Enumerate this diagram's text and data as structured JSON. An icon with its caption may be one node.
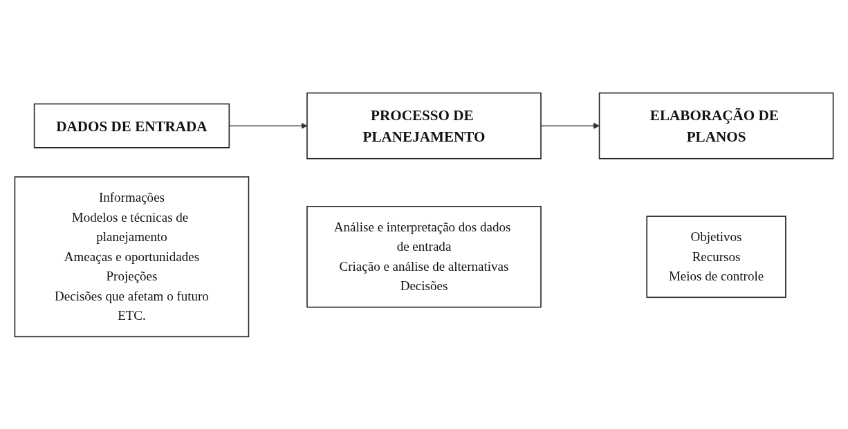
{
  "diagram": {
    "nodes": [
      {
        "text": [
          "DADOS DE ENTRADA"
        ]
      },
      {
        "text": [
          "PROCESSO DE PLANEJAMENTO"
        ]
      },
      {
        "text": [
          "ELABORAÇÃO DE PLANOS"
        ]
      },
      {
        "text": [
          "Informações",
          "Modelos e técnicas de planejamento",
          "Ameaças e oportunidades",
          "Projeções",
          "Decisões que afetam o futuro",
          "ETC."
        ]
      },
      {
        "text": [
          "Análise e interpretação dos dados de entrada",
          "Criação e análise de alternativas",
          "Decisões"
        ]
      },
      {
        "text": [
          "Objetivos",
          "Recursos",
          "Meios de controle"
        ]
      }
    ],
    "edges": [
      {
        "from": 0,
        "to": 1,
        "arrow": "to"
      },
      {
        "from": 1,
        "to": 2,
        "arrow": "to"
      }
    ]
  }
}
